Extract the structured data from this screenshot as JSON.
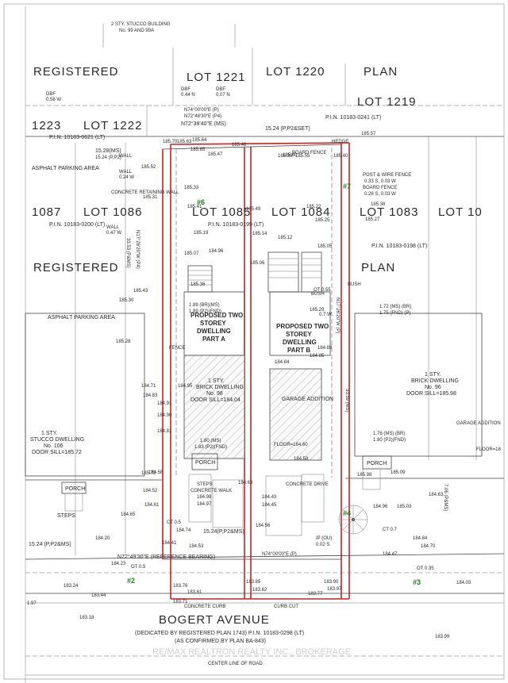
{
  "labels": {
    "stucco_bldg_top": "2 STY. STUCCO BUILDING",
    "stucco_bldg_top_no": "No. 99 AND 99A",
    "registered_top": "REGISTERED",
    "lot_1221": "LOT 1221",
    "lot_1220": "LOT 1220",
    "plan_top": "PLAN",
    "lot_1219": "LOT 1219",
    "lot_1223": "1223",
    "lot_1222": "LOT 1222",
    "pin_0621": "P.I.N. 10183-0621 (LT)",
    "pin_0241": "P.I.N. 10183-0241 (LT)",
    "lot_1087": "1087",
    "lot_1086": "LOT 1086",
    "lot_1085": "LOT 1085",
    "lot_1084": "LOT 1084",
    "lot_1083": "LOT 1083",
    "lot_10": "LOT 10",
    "pin_0200": "P.I.N. 10183-0200 (LT)",
    "pin_0199": "P.I.N. 10183-0199 (LT)",
    "pin_0198": "P.I.N. 10183-0198 (LT)",
    "registered_mid": "REGISTERED",
    "plan_mid": "PLAN",
    "asphalt_top": "ASPHALT PARKING AREA",
    "asphalt_mid": "ASPHALT PARKING AREA",
    "part_a_1": "PROPOSED TWO",
    "part_a_2": "STOREY",
    "part_a_3": "DWELLING",
    "part_a_4": "PART A",
    "part_b_1": "PROPOSED TWO",
    "part_b_2": "STOREY",
    "part_b_3": "DWELLING",
    "part_b_4": "PART B",
    "brick_98_1": "1 STY.",
    "brick_98_2": "BRICK DWELLING",
    "brick_98_3": "No. 98",
    "brick_98_4": "DOOR SILL=184.04",
    "garage_addition": "GARAGE ADDITION",
    "stucco_106_1": "1 STY.",
    "stucco_106_2": "STUCCO DWELLING",
    "stucco_106_3": "No. 106",
    "stucco_106_4": "DOOR SILL=185.72",
    "brick_96_1": "1 STY.",
    "brick_96_2": "BRICK DWELLING",
    "brick_96_3": "No. 96",
    "brick_96_4": "DOOR SILL=185.98",
    "garage_right": "GARAGE ADDITION",
    "porch_a": "PORCH",
    "porch_left": "PORCH",
    "porch_right": "PORCH",
    "steps_left": "STEPS",
    "bush_1": "BUSH",
    "bush_2": "BUSH",
    "post_wire_fence": "POST & WIRE FENCE",
    "post_wire_offset": "0.33 S, 0.03 W",
    "board_fence": "BOARD FENCE",
    "board_fence_offset": "0.28 S, 0.03 W",
    "board_fence_top": "BOARD FENCE",
    "fence": "FENCE",
    "wall1": "WALL",
    "wall2": "WALL",
    "wall2_off": "0.24 W",
    "wall3": "WALL",
    "wall3_off": "0.47 W",
    "concrete_wall": "CONCRETE RETAINING WALL",
    "dbf1": "DBF",
    "dbf1_off": "0.58 W",
    "dbf2": "DBF",
    "dbf2_off": "0.44 N",
    "dbf3": "DBF",
    "dbf3_off": "0.07 N",
    "bearing_n74": "N74°00'00\"E (P)",
    "bearing_n72_48": "N72°48'30\"E (P4)",
    "bearing_n72_38": "N72°38'40\"E (MS)",
    "bearing_ref": "N72°49'30\"E (REFERENCE BEARING)",
    "bearing_n74_lower": "N74°00'00\"E (P)",
    "dim_1528_top": "15.28(MS)",
    "dim_1524_top_left": "15.24 (P,P2)",
    "dim_1524_top": "15.24 (P,P2&SET)",
    "dim_1524_front": "15.24(P,P2&MS)",
    "dim_1524_front_left": "15.24 (P,P2&MS)",
    "dim_189_ms": "1.89 (BR)(MS)",
    "dim_189_fnd": "1.89 (P2)(FND)",
    "dim_172": "1.72 (MS) (BR)",
    "dim_175": "1.75 (FND) (P)",
    "dim_180": "1.80 (MS)",
    "dim_183": "1.83 (P2)(FND)",
    "dim_176": "1.76 (MS) (BR)",
    "dim_180_r": "1.80 (P2)(FND)",
    "floor_a": "FLOOR=184.60",
    "floor_r": "FLOOR=18",
    "bearing_left_vert": "N17°26'20\"W (P4)",
    "bearing_right_vert": "N17°26'20\"W (P)",
    "dim_3359": "33.59 (MS)",
    "dim_3353": "33.53 (P&MS)",
    "dim_706": "7.06 (P&MS)",
    "dot_055": "OT 0.55",
    "dot_07": "0.7 W",
    "dot_05": "OT 0.5",
    "dot_035": "OT 0.35",
    "ct_07": "CT 0.7",
    "ct_05": "CT 0.5",
    "ip_ou": "IP (OU)",
    "ip_off": "0.02 S",
    "lot_hash_2": "#2",
    "lot_hash_3": "#3",
    "lot_hash_4": "#4",
    "lot_hash_6": "#6",
    "lot_hash_7": "#7",
    "steps_a": "STEPS",
    "concrete_walk": "CONCRETE WALK",
    "concrete_drive": "CONCRETE DRIVE",
    "concrete_curb_left": "CONCRETE CURB",
    "curb_cut": "CURB CUT",
    "bogert": "BOGERT    AVENUE",
    "dedicated": "(DEDICATED BY REGISTERED PLAN 1743)  P.I.N. 10183-0298 (LT)",
    "confirmed": "(AS CONFIRMED BY PLAN  BA-843)",
    "centre_line": "CENTER LINE OF ROAD",
    "watermark": "RE/MAX REALTRON REALTY INC., BROKERAGE",
    "hedge": "HEDGE",
    "part_front": "15.24",
    "elev": {
      "e1": "185.70",
      "e2": "185.63",
      "e3": "185.65",
      "e4": "185.47",
      "e5": "185.64",
      "e6": "185.48",
      "e7": "185.39",
      "e8": "185.55",
      "e9": "185.57",
      "e10": "185.40",
      "e11": "185.52",
      "e12": "185.31",
      "e13": "185.33",
      "e14": "185.41",
      "e15": "185.14",
      "e16": "185.12",
      "e17": "185.25",
      "e18": "185.38",
      "e19": "185.27",
      "e20": "185.22",
      "e21": "185.07",
      "e22": "184.96",
      "e23": "185.06",
      "e24": "185.05",
      "e25": "185.30",
      "e26": "185.43",
      "e27": "185.28",
      "e28": "184.84",
      "e29": "184.85",
      "e30": "184.88",
      "e31": "184.71",
      "e32": "184.83",
      "e33": "184.58",
      "e34": "184.90",
      "e35": "184.91",
      "e36": "184.81",
      "e37": "184.61",
      "e38": "184.65",
      "e39": "184.98",
      "e40": "184.97",
      "e41": "184.63",
      "e42": "184.43",
      "e43": "184.45",
      "e44": "184.74",
      "e45": "184.56",
      "e46": "184.58",
      "e47": "184.20",
      "e48": "184.41",
      "e49": "184.53",
      "e50": "184.23",
      "e51": "183.76",
      "e52": "183.44",
      "e53": "183.71",
      "e54": "183.62",
      "e55": "183.61",
      "e56": "183.90",
      "e57": "183.85",
      "e58": "183.97",
      "e59": "183.77",
      "e60": "183.24",
      "e61": "183.18",
      "e62": "183.99",
      "e63": "184.03",
      "e64": "184.47",
      "e65": "185.09",
      "e66": "184.96",
      "e67": "185.03",
      "e68": "184.63",
      "e69": "184.84",
      "e70": "184.70",
      "e71": "184.95",
      "e72": "185.60",
      "e73": "185.49",
      "e74": "185.36",
      "e75": "185.29",
      "e76": "185.19",
      "e77": "1.97",
      "e78": "184.52",
      "e79": "185.72",
      "e80": "185.98"
    }
  }
}
